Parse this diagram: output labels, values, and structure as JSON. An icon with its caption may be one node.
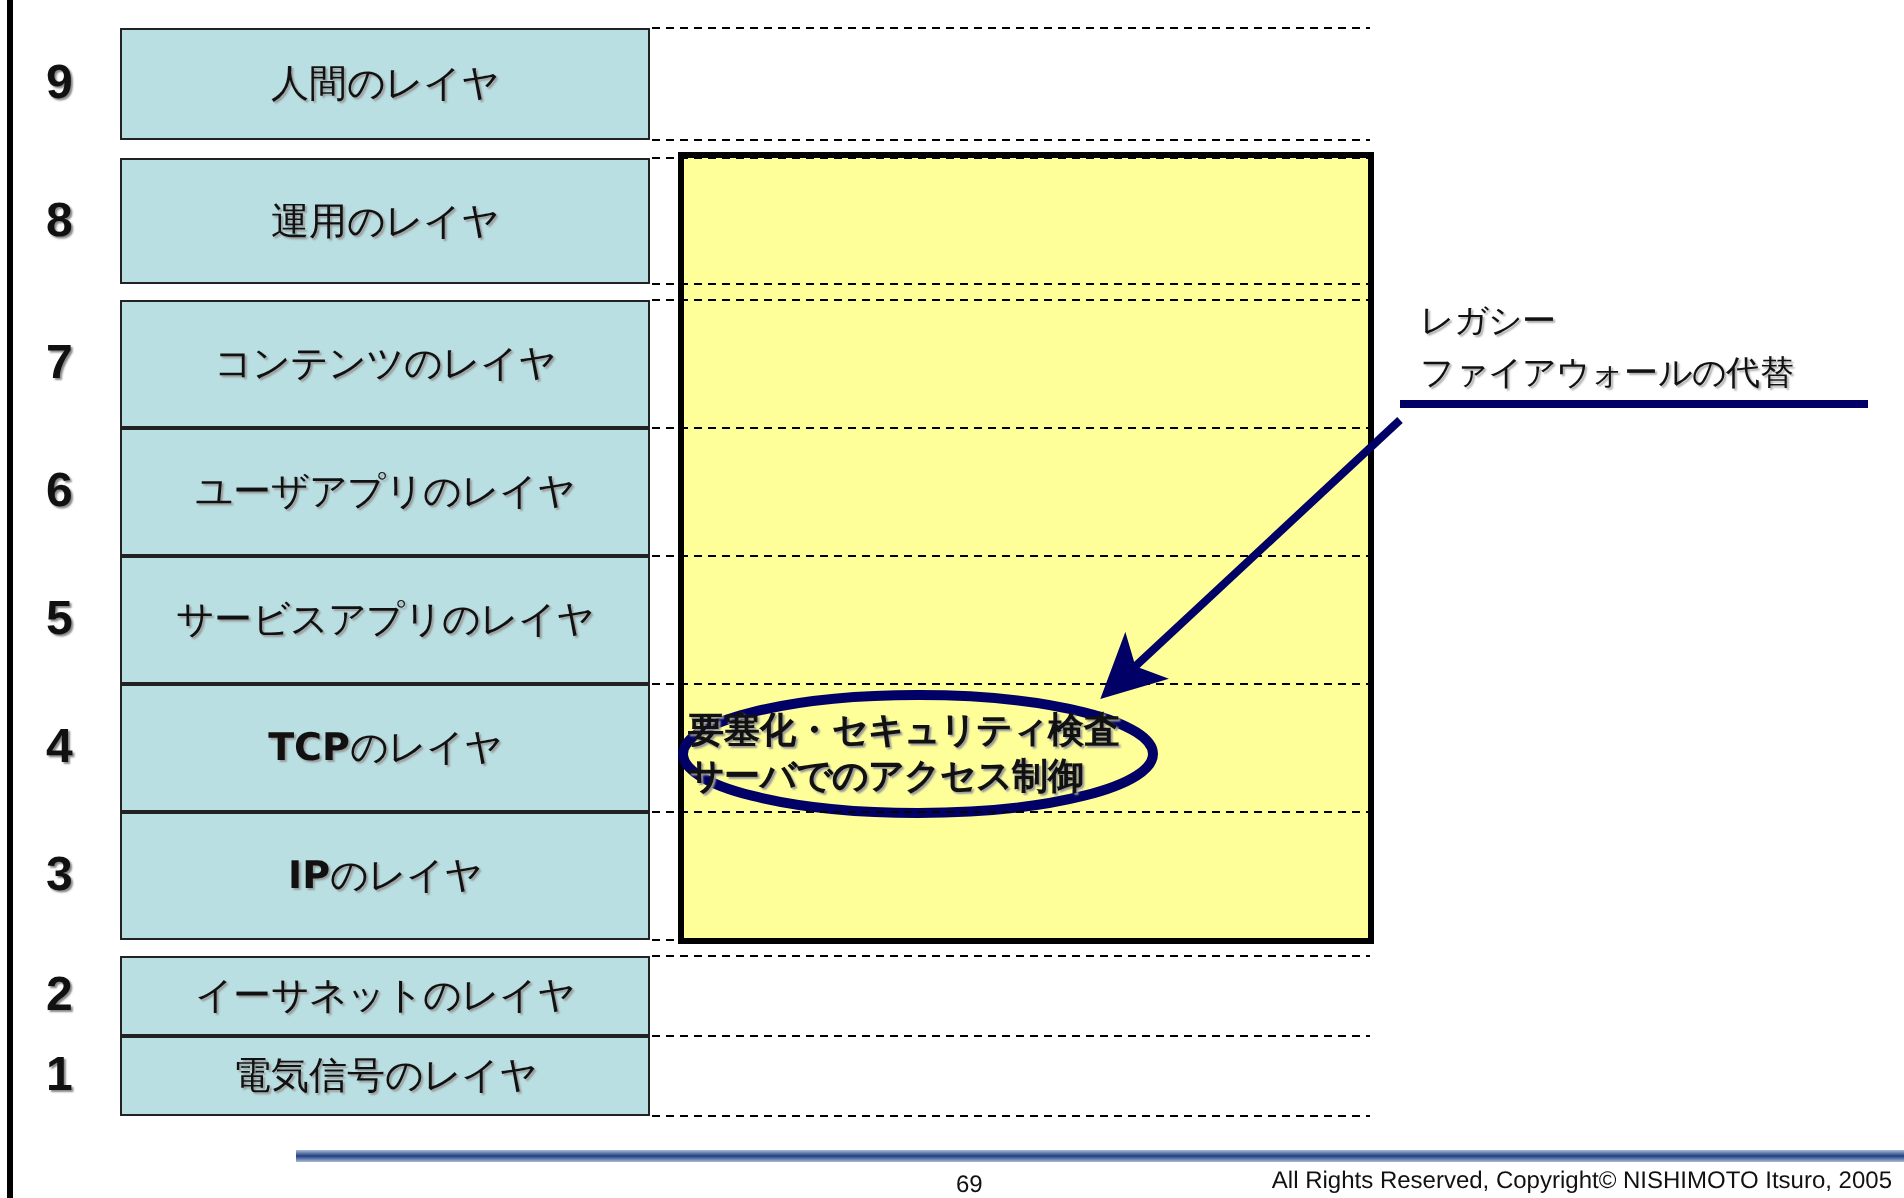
{
  "diagram": {
    "nodes": [
      {
        "text": [
          "人間のレイヤ"
        ],
        "beside": [
          "9"
        ]
      },
      {
        "text": [
          "運用のレイヤ"
        ],
        "beside": [
          "8"
        ]
      },
      {
        "text": [
          "コンテンツのレイヤ"
        ],
        "beside": [
          "7"
        ]
      },
      {
        "text": [
          "ユーザアプリのレイヤ"
        ],
        "beside": [
          "6"
        ]
      },
      {
        "text": [
          "サービスアプリのレイヤ"
        ],
        "beside": [
          "5"
        ]
      },
      {
        "text": [
          "**TCP**のレイヤ"
        ],
        "beside": [
          "4"
        ]
      },
      {
        "text": [
          "**IP**のレイヤ"
        ],
        "beside": [
          "3"
        ]
      },
      {
        "text": [
          "イーサネットのレイヤ"
        ],
        "beside": [
          "2"
        ]
      },
      {
        "text": [
          "電気信号のレイヤ"
        ],
        "beside": [
          "1"
        ]
      },
      {
        "text": [],
        "shape": "box"
      },
      {
        "text": [
          "要塞化・セキュリティ検査サーバでのアクセス制御"
        ],
        "in": 9
      },
      {
        "text": [
          "レガシー",
          "ファイアウォールの代替"
        ]
      }
    ],
    "edges": [
      {
        "from": 11,
        "to": 10,
        "arrow": "to"
      }
    ],
    "labels": [
      "69",
      "All Rights Reserved, Copyright© NISHIMOTO Itsuro, 2005"
    ]
  }
}
